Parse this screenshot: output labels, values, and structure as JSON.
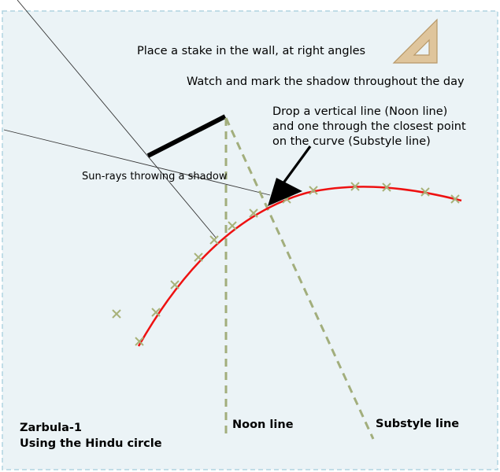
{
  "diagram": {
    "instructions": {
      "stake": "Place a stake in the wall, at  right angles",
      "watch": "Watch and mark the shadow throughout the day",
      "drop_line_1": "Drop a vertical line (Noon line)",
      "drop_line_2": "and one through the closest point",
      "drop_line_3": "on the curve (Substyle line)"
    },
    "sun_rays_label": "Sun-rays throwing a shadow",
    "noon_line_label": "Noon line",
    "substyle_line_label": "Substyle line",
    "title_line_1": "Zarbula-1",
    "title_line_2": "Using the Hindu circle"
  },
  "colors": {
    "background": "#ebf3f6",
    "border": "#b0d4e0",
    "curve": "#ee1111",
    "marks": "#a8b27a",
    "dashed_lines": "#a2ae7c",
    "set_square_fill": "#dfc59c",
    "set_square_stroke": "#b79868",
    "stake": "#000000"
  },
  "icons": [
    "set-square-icon",
    "arrow-icon",
    "cross-mark-icon"
  ]
}
